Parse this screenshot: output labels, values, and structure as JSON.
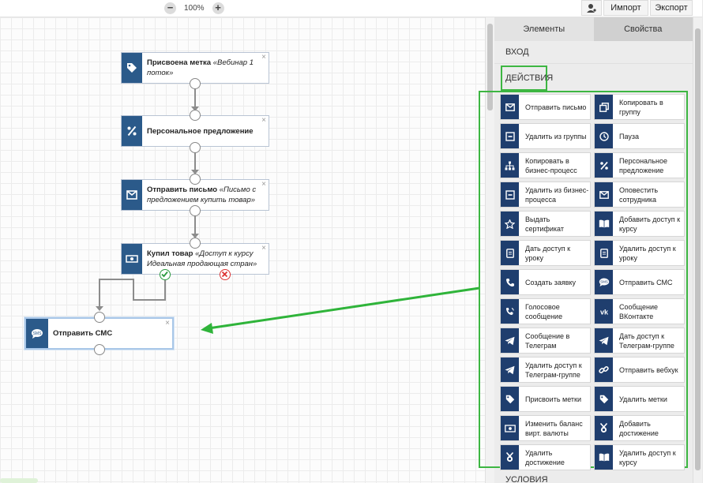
{
  "toolbar": {
    "zoom_out": "−",
    "zoom_level": "100%",
    "zoom_in": "+",
    "import_label": "Импорт",
    "export_label": "Экспорт"
  },
  "flow": {
    "nodes": [
      {
        "title": "Присвоена метка",
        "detail": " «Вебинар 1 поток»",
        "icon": "tag-icon"
      },
      {
        "title": "Персональное предложение",
        "detail": "",
        "icon": "percent-icon"
      },
      {
        "title": "Отправить письмо",
        "detail": " «Письмо с предложением купить товар»",
        "icon": "envelope-icon"
      },
      {
        "title": "Купил товар",
        "detail": " «Доступ к курсу Идеальная продающая стран»",
        "icon": "money-icon"
      },
      {
        "title": "Отправить СМС",
        "detail": "",
        "icon": "sms-icon"
      }
    ],
    "close_glyph": "×"
  },
  "sidebar": {
    "tabs": [
      "Элементы",
      "Свойства"
    ],
    "sections": {
      "entry": "ВХОД",
      "actions": "ДЕЙСТВИЯ",
      "conditions": "УСЛОВИЯ"
    },
    "actions": [
      {
        "label": "Отправить письмо",
        "icon": "envelope-icon"
      },
      {
        "label": "Копировать в группу",
        "icon": "copy-icon"
      },
      {
        "label": "Удалить из группы",
        "icon": "minus-box-icon"
      },
      {
        "label": "Пауза",
        "icon": "clock-icon"
      },
      {
        "label": "Копировать в бизнес-процесс",
        "icon": "sitemap-icon"
      },
      {
        "label": "Персональное предложение",
        "icon": "percent-icon"
      },
      {
        "label": "Удалить из бизнес-процесса",
        "icon": "minus-box-icon"
      },
      {
        "label": "Оповестить сотрудника",
        "icon": "envelope-icon"
      },
      {
        "label": "Выдать сертификат",
        "icon": "star-icon"
      },
      {
        "label": "Добавить доступ к курсу",
        "icon": "book-icon"
      },
      {
        "label": "Дать доступ к уроку",
        "icon": "document-icon"
      },
      {
        "label": "Удалить доступ к уроку",
        "icon": "document-icon"
      },
      {
        "label": "Создать заявку",
        "icon": "phone-icon"
      },
      {
        "label": "Отправить СМС",
        "icon": "sms-icon"
      },
      {
        "label": "Голосовое сообщение",
        "icon": "voice-icon"
      },
      {
        "label": "Сообщение ВКонтакте",
        "icon": "vk-icon"
      },
      {
        "label": "Сообщение в Телеграм",
        "icon": "telegram-icon"
      },
      {
        "label": "Дать доступ к Телеграм-группе",
        "icon": "telegram-icon"
      },
      {
        "label": "Удалить доступ к Телеграм-группе",
        "icon": "telegram-icon"
      },
      {
        "label": "Отправить вебхук",
        "icon": "link-icon"
      },
      {
        "label": "Присвоить метки",
        "icon": "tag-icon"
      },
      {
        "label": "Удалить метки",
        "icon": "tag-icon"
      },
      {
        "label": "Изменить баланс вирт. валюты",
        "icon": "money-icon"
      },
      {
        "label": "Добавить достижение",
        "icon": "medal-icon"
      },
      {
        "label": "Удалить достижение",
        "icon": "medal-icon"
      },
      {
        "label": "Удалить доступ к курсу",
        "icon": "book-icon"
      }
    ]
  },
  "colors": {
    "node_icon_bg": "#2b5a8a",
    "action_icon_bg": "#1f3e6e",
    "highlight_green": "#3db642",
    "arrow_green": "#2fb43a"
  }
}
